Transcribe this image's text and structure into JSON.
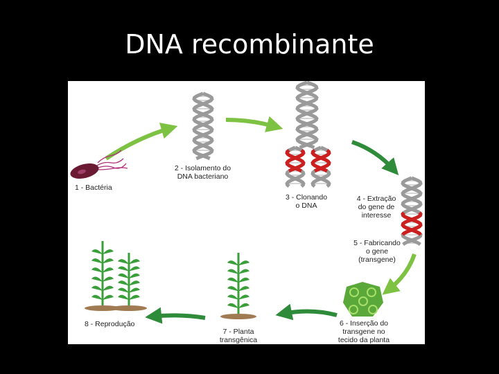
{
  "slide": {
    "title": "DNA recombinante"
  },
  "steps": [
    {
      "label": "1 - Bactéria"
    },
    {
      "label": "2 - Isolamento do\nDNA bacteriano"
    },
    {
      "label": "3 - Clonando\no DNA"
    },
    {
      "label": "4 - Extração\ndo gene de\ninteresse"
    },
    {
      "label": "5 - Fabricando\no gene\n(transgene)"
    },
    {
      "label": "6 - Inserção do\ntransgene no\ntecido da planta"
    },
    {
      "label": "7 - Planta\ntransgênica"
    },
    {
      "label": "8 - Reprodução"
    }
  ],
  "colors": {
    "arrow_light": "#7dc242",
    "arrow_dark": "#2e8b3a",
    "dna_gray": "#9a9a9a",
    "gene_red": "#cc1f1f",
    "bacterium": "#6b1a33",
    "leaf": "#3a9e3a",
    "soil": "#a07a52",
    "cell": "#7ab648"
  }
}
